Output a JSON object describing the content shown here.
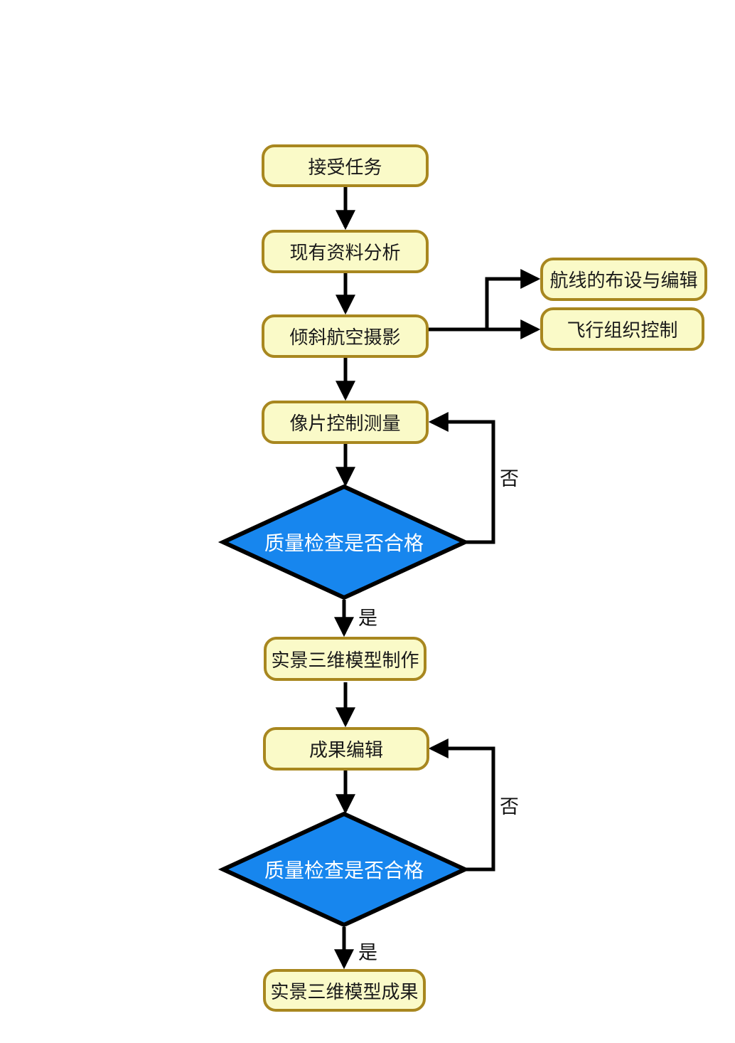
{
  "diagram": {
    "type": "flowchart",
    "background": "#ffffff",
    "nodes": [
      {
        "id": "accept-task",
        "shape": "rounded-rect",
        "label": "接受任务"
      },
      {
        "id": "existing-data-analysis",
        "shape": "rounded-rect",
        "label": "现有资料分析"
      },
      {
        "id": "oblique-aerial-photography",
        "shape": "rounded-rect",
        "label": "倾斜航空摄影"
      },
      {
        "id": "route-layout-editing",
        "shape": "rounded-rect",
        "label": "航线的布设与编辑"
      },
      {
        "id": "flight-organization-control",
        "shape": "rounded-rect",
        "label": "飞行组织控制"
      },
      {
        "id": "photo-control-survey",
        "shape": "rounded-rect",
        "label": "像片控制测量"
      },
      {
        "id": "quality-check-1",
        "shape": "diamond",
        "label": "质量检查是否合格"
      },
      {
        "id": "real3d-model-production",
        "shape": "rounded-rect",
        "label": "实景三维模型制作"
      },
      {
        "id": "result-editing",
        "shape": "rounded-rect",
        "label": "成果编辑"
      },
      {
        "id": "quality-check-2",
        "shape": "diamond",
        "label": "质量检查是否合格"
      },
      {
        "id": "real3d-model-result",
        "shape": "rounded-rect",
        "label": "实景三维模型成果"
      }
    ],
    "edges": [
      {
        "from": "accept-task",
        "to": "existing-data-analysis"
      },
      {
        "from": "existing-data-analysis",
        "to": "oblique-aerial-photography"
      },
      {
        "from": "oblique-aerial-photography",
        "to": "route-layout-editing"
      },
      {
        "from": "oblique-aerial-photography",
        "to": "flight-organization-control"
      },
      {
        "from": "oblique-aerial-photography",
        "to": "photo-control-survey"
      },
      {
        "from": "photo-control-survey",
        "to": "quality-check-1"
      },
      {
        "from": "quality-check-1",
        "to": "photo-control-survey",
        "label": "否"
      },
      {
        "from": "quality-check-1",
        "to": "real3d-model-production",
        "label": "是"
      },
      {
        "from": "real3d-model-production",
        "to": "result-editing"
      },
      {
        "from": "result-editing",
        "to": "quality-check-2"
      },
      {
        "from": "quality-check-2",
        "to": "result-editing",
        "label": "否"
      },
      {
        "from": "quality-check-2",
        "to": "real3d-model-result",
        "label": "是"
      }
    ],
    "edge_labels": {
      "yes": "是",
      "no": "否"
    },
    "colors": {
      "process_fill": "#FAFAC8",
      "process_border": "#A8871F",
      "decision_fill": "#1786EE",
      "decision_text": "#FFFFFF",
      "line": "#000000",
      "text": "#1A1A1A"
    }
  }
}
